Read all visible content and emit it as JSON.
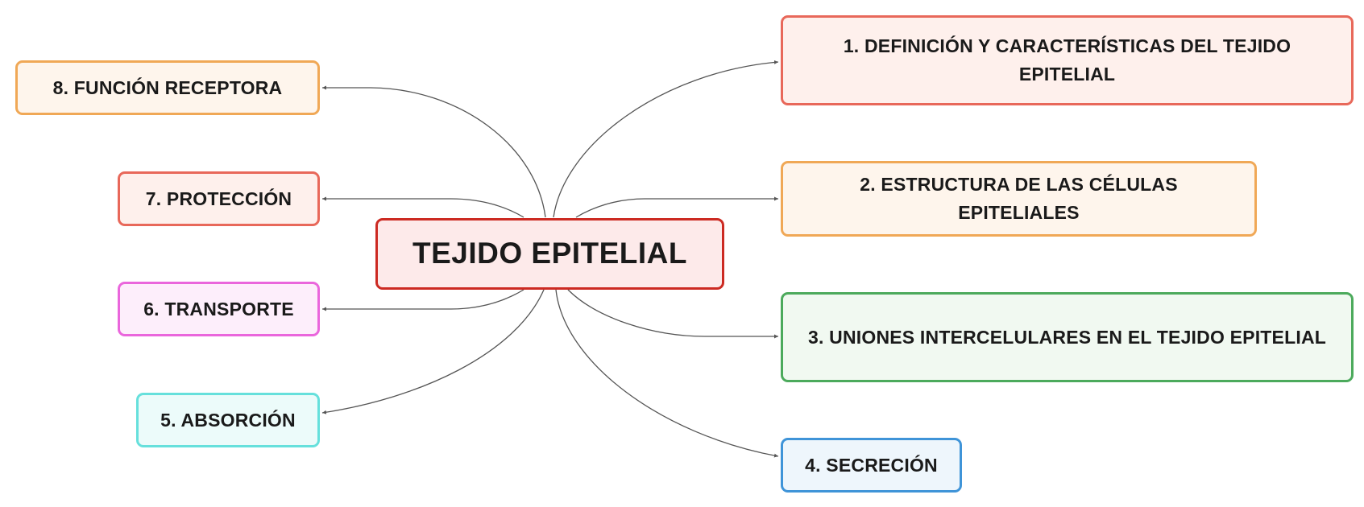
{
  "mindmap": {
    "center": {
      "label": "TEJIDO EPITELIAL",
      "color": "#cc2a22",
      "fill": "#fdeaea"
    },
    "branches": [
      {
        "label": "1. DEFINICIÓN Y CARACTERÍSTICAS DEL TEJIDO EPITELIAL",
        "color": "#e8685a",
        "fill": "#fef0ec"
      },
      {
        "label": "2. ESTRUCTURA DE LAS CÉLULAS EPITELIALES",
        "color": "#f0a856",
        "fill": "#fef5ec"
      },
      {
        "label": "3. UNIONES INTERCELULARES EN EL TEJIDO EPITELIAL",
        "color": "#4caa5c",
        "fill": "#f1f9f1"
      },
      {
        "label": "4. SECRECIÓN",
        "color": "#3f94d8",
        "fill": "#eef6fc"
      },
      {
        "label": "5. ABSORCIÓN",
        "color": "#66e0dc",
        "fill": "#ecfbfa"
      },
      {
        "label": "6. TRANSPORTE",
        "color": "#ea66dc",
        "fill": "#fdeefb"
      },
      {
        "label": "7. PROTECCIÓN",
        "color": "#e8685a",
        "fill": "#fef0ec"
      },
      {
        "label": "8. FUNCIÓN RECEPTORA",
        "color": "#f0a856",
        "fill": "#fef5ec"
      }
    ],
    "connector_color": "#555555"
  }
}
